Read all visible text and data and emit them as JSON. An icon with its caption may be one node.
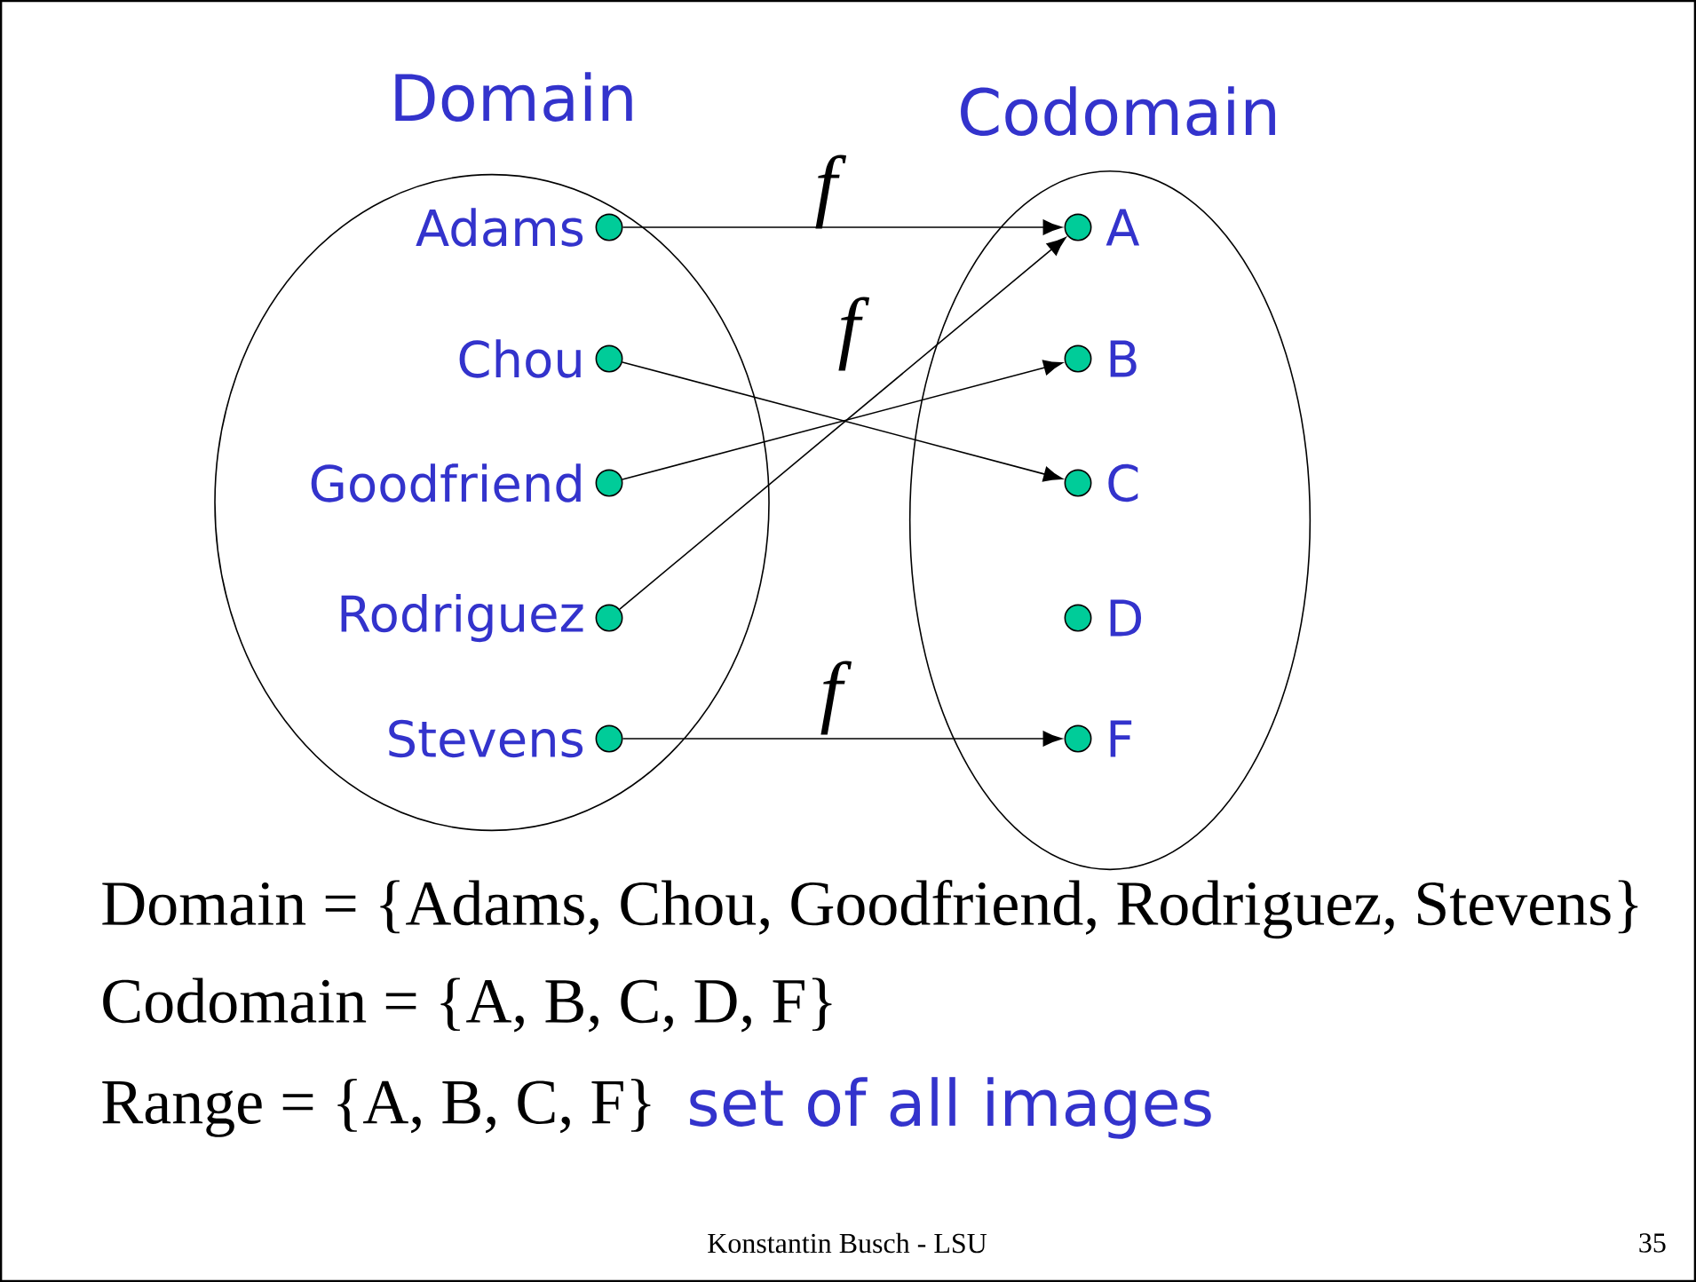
{
  "diagram": {
    "nodes": [
      {
        "text": [
          "Domain"
        ]
      },
      {
        "text": [
          "Codomain"
        ]
      },
      {
        "text": [],
        "shape": "circle",
        "beside": [
          "Adams"
        ],
        "in": 0
      },
      {
        "text": [],
        "shape": "circle",
        "beside": [
          "Chou"
        ],
        "in": 0
      },
      {
        "text": [],
        "shape": "circle",
        "beside": [
          "Goodfriend"
        ],
        "in": 0
      },
      {
        "text": [],
        "shape": "circle",
        "beside": [
          "Rodriguez"
        ],
        "in": 0
      },
      {
        "text": [],
        "shape": "circle",
        "beside": [
          "Stevens"
        ],
        "in": 0
      },
      {
        "text": [],
        "shape": "circle",
        "beside": [
          "A"
        ],
        "in": 1
      },
      {
        "text": [],
        "shape": "circle",
        "beside": [
          "B"
        ],
        "in": 1
      },
      {
        "text": [],
        "shape": "circle",
        "beside": [
          "C"
        ],
        "in": 1
      },
      {
        "text": [],
        "shape": "circle",
        "beside": [
          "D"
        ],
        "in": 1
      },
      {
        "text": [],
        "shape": "circle",
        "beside": [
          "F"
        ],
        "in": 1
      }
    ],
    "edges": [
      {
        "from": 2,
        "to": 7,
        "arrow": "to",
        "label": "f"
      },
      {
        "from": 3,
        "to": 9,
        "arrow": "to",
        "label": "f"
      },
      {
        "from": 4,
        "to": 8,
        "arrow": "to"
      },
      {
        "from": 5,
        "to": 7,
        "arrow": "to"
      },
      {
        "from": 6,
        "to": 11,
        "arrow": "to",
        "label": "f"
      }
    ],
    "labels": [
      "Domain = {Adams, Chou, Goodfriend, Rodriguez, Stevens}",
      "Codomain = {A, B, C, D, F}",
      "Range = {A, B, C, F}",
      "set of all images",
      "Konstantin Busch - LSU",
      "35"
    ]
  }
}
